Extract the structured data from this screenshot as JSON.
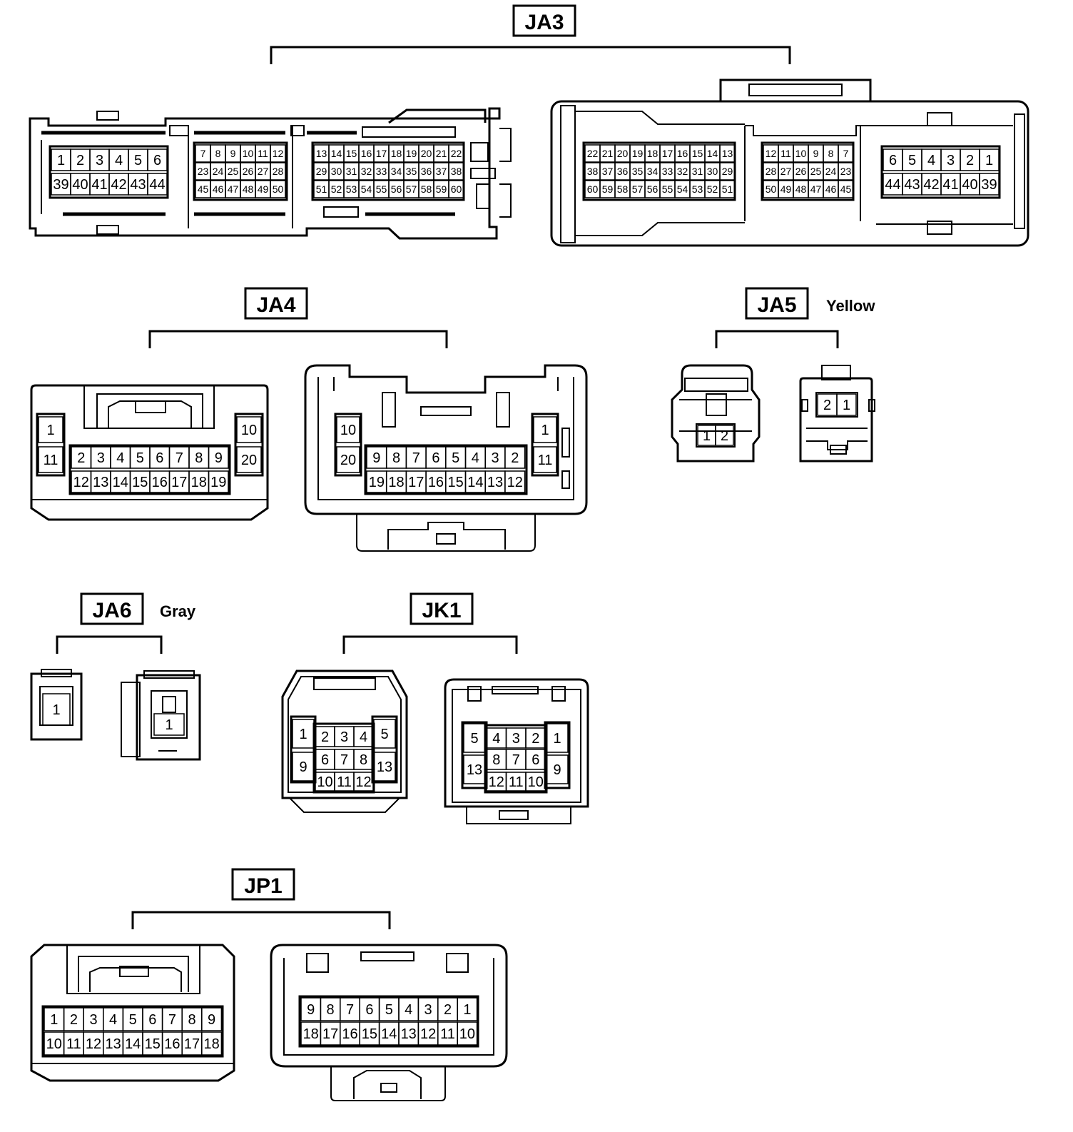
{
  "connectors": {
    "ja3": {
      "label": "JA3",
      "left": {
        "blockA": {
          "top": [
            "1",
            "2",
            "3",
            "4",
            "5",
            "6"
          ],
          "bottom": [
            "39",
            "40",
            "41",
            "42",
            "43",
            "44"
          ]
        },
        "blockB": {
          "rows": [
            [
              "7",
              "8",
              "9",
              "10",
              "11",
              "12"
            ],
            [
              "23",
              "24",
              "25",
              "26",
              "27",
              "28"
            ],
            [
              "45",
              "46",
              "47",
              "48",
              "49",
              "50"
            ]
          ]
        },
        "blockC": {
          "rows": [
            [
              "13",
              "14",
              "15",
              "16",
              "17",
              "18",
              "19",
              "20",
              "21",
              "22"
            ],
            [
              "29",
              "30",
              "31",
              "32",
              "33",
              "34",
              "35",
              "36",
              "37",
              "38"
            ],
            [
              "51",
              "52",
              "53",
              "54",
              "55",
              "56",
              "57",
              "58",
              "59",
              "60"
            ]
          ]
        }
      },
      "right": {
        "blockC": {
          "rows": [
            [
              "22",
              "21",
              "20",
              "19",
              "18",
              "17",
              "16",
              "15",
              "14",
              "13"
            ],
            [
              "38",
              "37",
              "36",
              "35",
              "34",
              "33",
              "32",
              "31",
              "30",
              "29"
            ],
            [
              "60",
              "59",
              "58",
              "57",
              "56",
              "55",
              "54",
              "53",
              "52",
              "51"
            ]
          ]
        },
        "blockB": {
          "rows": [
            [
              "12",
              "11",
              "10",
              "9",
              "8",
              "7"
            ],
            [
              "28",
              "27",
              "26",
              "25",
              "24",
              "23"
            ],
            [
              "50",
              "49",
              "48",
              "47",
              "46",
              "45"
            ]
          ]
        },
        "blockA": {
          "top": [
            "6",
            "5",
            "4",
            "3",
            "2",
            "1"
          ],
          "bottom": [
            "44",
            "43",
            "42",
            "41",
            "40",
            "39"
          ]
        }
      }
    },
    "ja4": {
      "label": "JA4",
      "left": {
        "side_l": [
          "1",
          "11"
        ],
        "top": [
          "2",
          "3",
          "4",
          "5",
          "6",
          "7",
          "8",
          "9"
        ],
        "bottom": [
          "12",
          "13",
          "14",
          "15",
          "16",
          "17",
          "18",
          "19"
        ],
        "side_r": [
          "10",
          "20"
        ]
      },
      "right": {
        "side_l": [
          "10",
          "20"
        ],
        "top": [
          "9",
          "8",
          "7",
          "6",
          "5",
          "4",
          "3",
          "2"
        ],
        "bottom": [
          "19",
          "18",
          "17",
          "16",
          "15",
          "14",
          "13",
          "12"
        ],
        "side_r": [
          "1",
          "11"
        ]
      }
    },
    "ja5": {
      "label": "JA5",
      "color": "Yellow",
      "left": [
        "1",
        "2"
      ],
      "right": [
        "2",
        "1"
      ]
    },
    "ja6": {
      "label": "JA6",
      "color": "Gray",
      "left": "1",
      "right": "1"
    },
    "jk1": {
      "label": "JK1",
      "left": {
        "side_l": [
          "1",
          "9"
        ],
        "r1": [
          "2",
          "3",
          "4"
        ],
        "r2": [
          "6",
          "7",
          "8"
        ],
        "r3": [
          "10",
          "11",
          "12"
        ],
        "side_r": [
          "5",
          "13"
        ]
      },
      "right": {
        "side_l": [
          "5",
          "13"
        ],
        "r1": [
          "4",
          "3",
          "2"
        ],
        "r2": [
          "8",
          "7",
          "6"
        ],
        "r3": [
          "12",
          "11",
          "10"
        ],
        "side_r": [
          "1",
          "9"
        ]
      }
    },
    "jp1": {
      "label": "JP1",
      "left": {
        "top": [
          "1",
          "2",
          "3",
          "4",
          "5",
          "6",
          "7",
          "8",
          "9"
        ],
        "bottom": [
          "10",
          "11",
          "12",
          "13",
          "14",
          "15",
          "16",
          "17",
          "18"
        ]
      },
      "right": {
        "top": [
          "9",
          "8",
          "7",
          "6",
          "5",
          "4",
          "3",
          "2",
          "1"
        ],
        "bottom": [
          "18",
          "17",
          "16",
          "15",
          "14",
          "13",
          "12",
          "11",
          "10"
        ]
      }
    }
  }
}
